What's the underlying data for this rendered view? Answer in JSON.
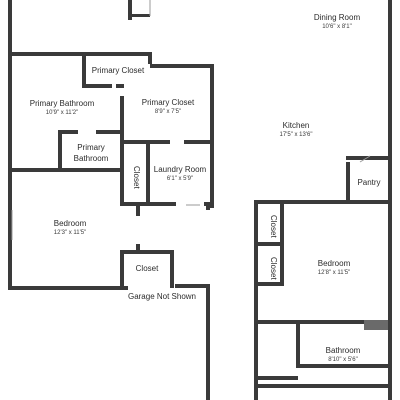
{
  "floor_plan": {
    "wall_color": "#3a3a3a",
    "rooms": {
      "dining_room": {
        "name": "Dining Room",
        "dim": "10'6\" x 8'1\""
      },
      "primary_closet_top": {
        "name": "Primary Closet"
      },
      "primary_bathroom": {
        "name": "Primary Bathroom",
        "dim": "10'9\" x 11'2\""
      },
      "primary_closet": {
        "name": "Primary Closet",
        "dim": "8'9\" x 7'5\""
      },
      "kitchen": {
        "name": "Kitchen",
        "dim": "17'5\" x 13'6\""
      },
      "primary_bath_small": {
        "name": "Primary Bathroom"
      },
      "closet_laundry": {
        "name": "Closet"
      },
      "laundry_room": {
        "name": "Laundry Room",
        "dim": "6'1\" x 5'9\""
      },
      "pantry": {
        "name": "Pantry"
      },
      "bedroom_left": {
        "name": "Bedroom",
        "dim": "12'3\" x 11'5\""
      },
      "closet_right_top": {
        "name": "Closet"
      },
      "bedroom_right": {
        "name": "Bedroom",
        "dim": "12'8\" x 11'5\""
      },
      "closet_right_bottom": {
        "name": "Closet"
      },
      "closet_left": {
        "name": "Closet"
      },
      "bathroom": {
        "name": "Bathroom",
        "dim": "8'10\" x 5'6\""
      }
    },
    "note": "Garage Not Shown"
  }
}
